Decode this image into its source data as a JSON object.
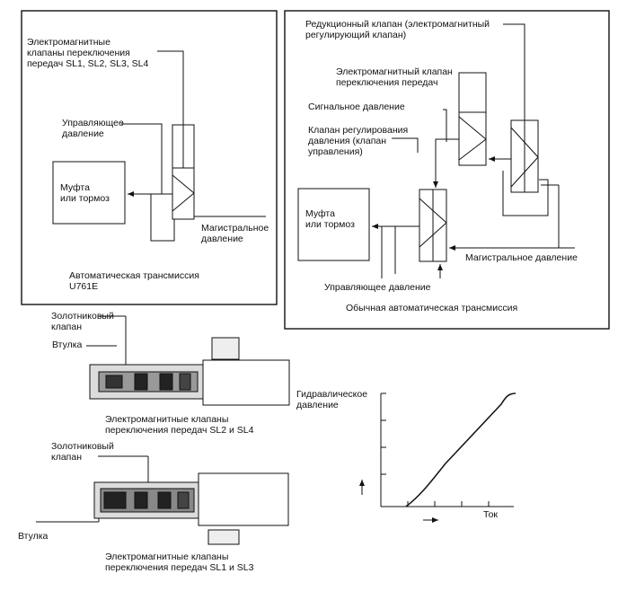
{
  "left_panel": {
    "solenoid_label": "Электромагнитные\nклапаны переключения\nпередач SL1, SL2, SL3, SL4",
    "control_pressure": "Управляющее\nдавление",
    "clutch_brake": "Муфта\nили тормоз",
    "line_pressure": "Магистральное\nдавление",
    "caption": "Автоматическая трансмиссия\nU761E"
  },
  "right_panel": {
    "reducing_valve": "Редукционный клапан (электромагнитный\nрегулирующий клапан)",
    "shift_solenoid": "Электромагнитный клапан\nпереключения передач",
    "signal_pressure": "Сигнальное давление",
    "regulating_valve": "Клапан регулирования\nдавления (клапан\nуправления)",
    "clutch_brake": "Муфта\nили тормоз",
    "line_pressure": "Магистральное давление",
    "control_pressure": "Управляющее давление",
    "caption": "Обычная автоматическая трансмиссия"
  },
  "valve_top": {
    "spool": "Золотниковый\nклапан",
    "sleeve": "Втулка",
    "caption": "Электромагнитные клапаны\nпереключения передач SL2 и SL4"
  },
  "valve_bottom": {
    "spool": "Золотниковый\nклапан",
    "sleeve": "Втулка",
    "caption": "Электромагнитные клапаны\nпереключения передач SL1 и SL3"
  },
  "graph": {
    "ylabel": "Гидравлическое\nдавление",
    "xlabel": "Ток"
  }
}
